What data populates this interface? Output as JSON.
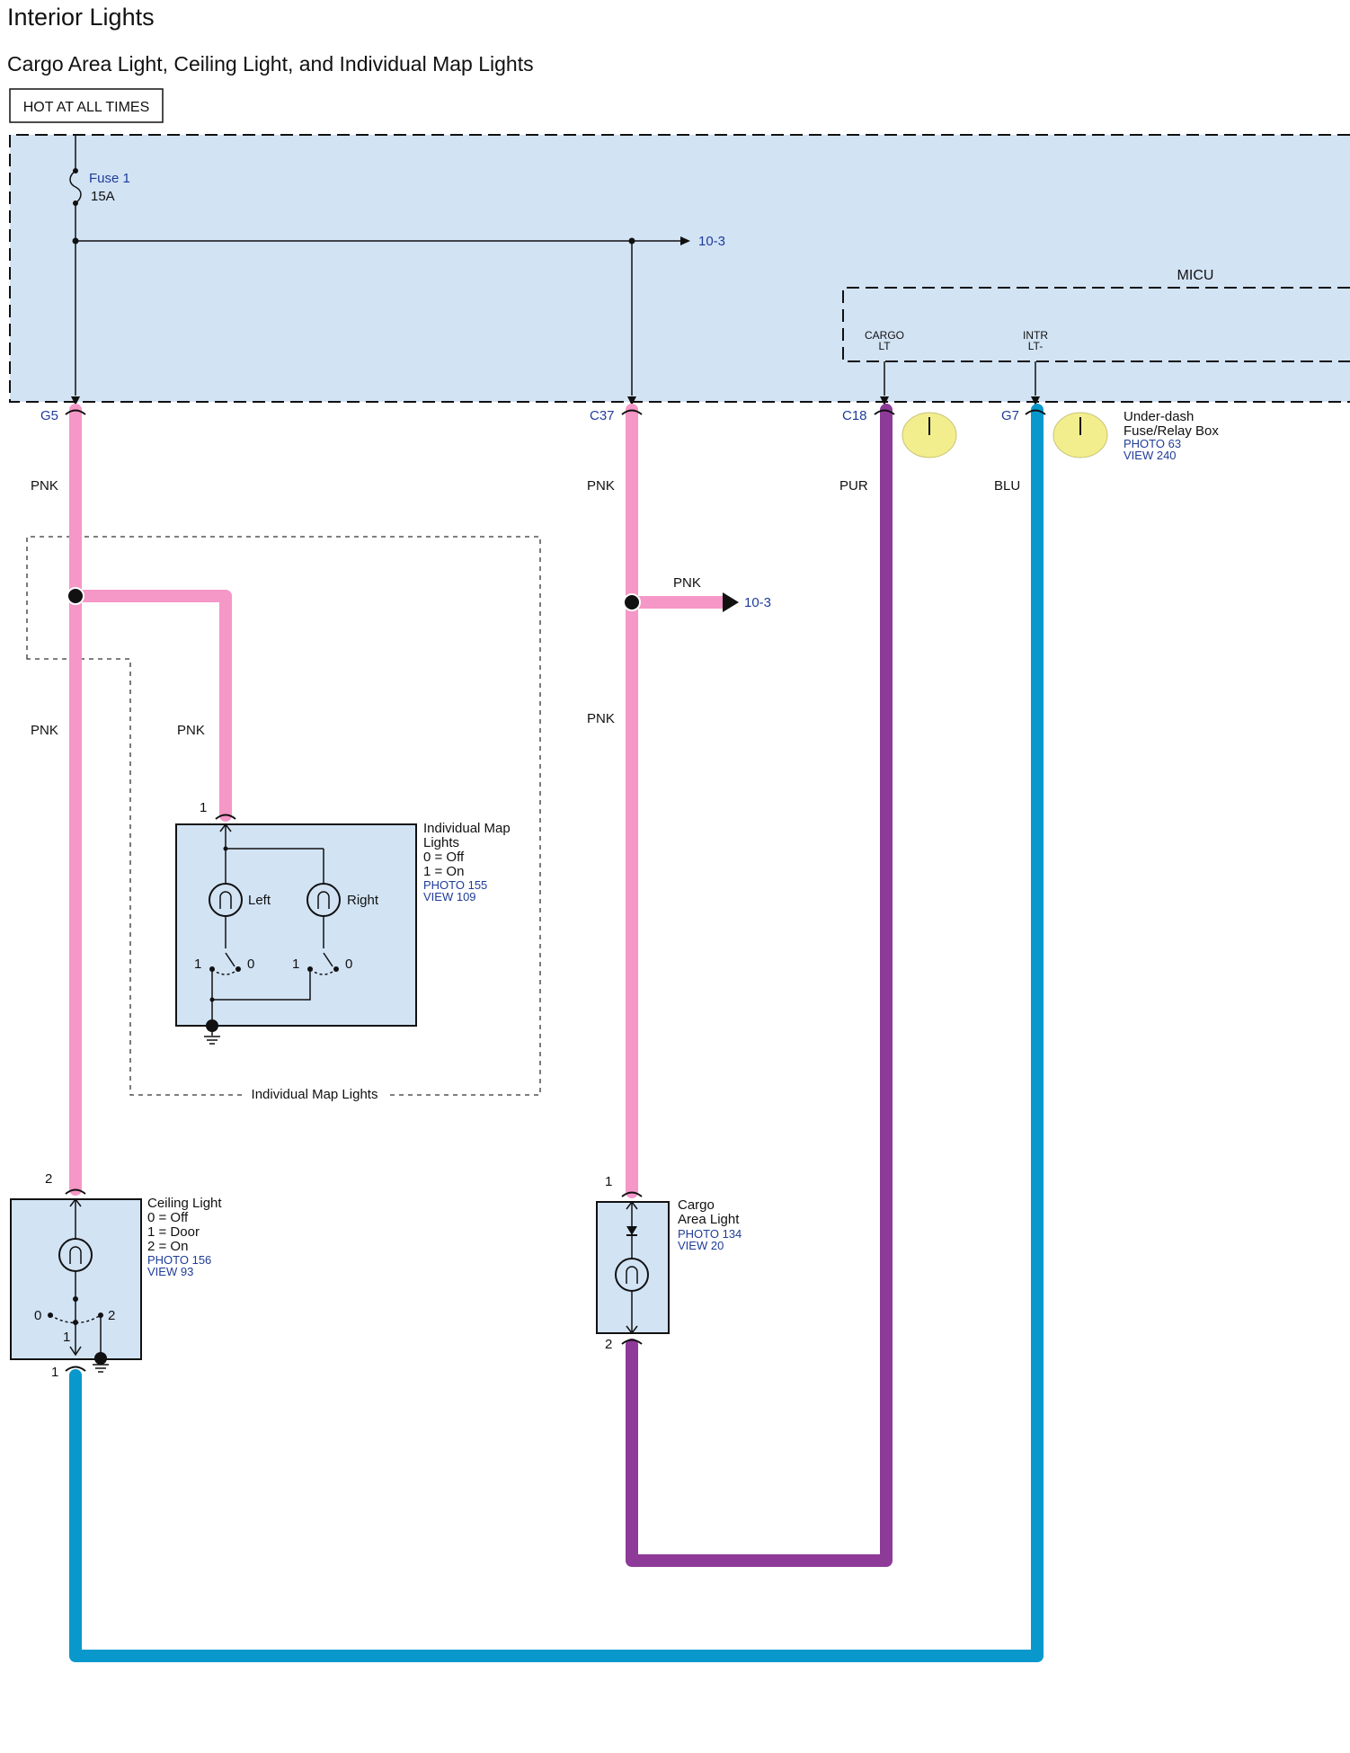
{
  "header": {
    "title": "Interior Lights",
    "subtitle": "Cargo Area Light, Ceiling Light, and Individual Map Lights",
    "power_label": "HOT AT ALL TIMES"
  },
  "colors": {
    "box_fill": "#d2e3f4",
    "wire_pnk": "#f597c7",
    "wire_pur": "#8d3a98",
    "wire_blu": "#0898cc",
    "ref_text": "#1f3d99",
    "connector_mark": "#f2ee8e"
  },
  "fuse": {
    "name": "Fuse 1",
    "rating": "15A"
  },
  "refs": {
    "top_right": "10-3",
    "branch": "10-3"
  },
  "micu": {
    "label": "MICU",
    "cargo_lt_line1": "CARGO",
    "cargo_lt_line2": "LT",
    "intr_lt_line1": "INTR",
    "intr_lt_line2": "LT-"
  },
  "connectors": {
    "g5": "G5",
    "c37": "C37",
    "c18": "C18",
    "g7": "G7"
  },
  "fuse_box": {
    "line1": "Under-dash",
    "line2": "Fuse/Relay Box",
    "photo": "PHOTO 63",
    "view": "VIEW 240"
  },
  "wire_labels": {
    "g5_pnk": "PNK",
    "c37_pnk": "PNK",
    "c18_pur": "PUR",
    "g7_blu": "BLU",
    "left_pnk": "PNK",
    "map_pnk": "PNK",
    "branch_pnk": "PNK",
    "c37_lower_pnk": "PNK"
  },
  "map_lights": {
    "title_line1": "Individual Map",
    "title_line2": "Lights",
    "state0": "0 = Off",
    "state1": "1 = On",
    "photo": "PHOTO 155",
    "view": "VIEW 109",
    "left": "Left",
    "right": "Right",
    "pin": "1",
    "left_sw_1": "1",
    "left_sw_0": "0",
    "right_sw_1": "1",
    "right_sw_0": "0",
    "area_label": "Individual Map Lights"
  },
  "ceiling_light": {
    "title": "Ceiling Light",
    "state0": "0 = Off",
    "state1": "1 = Door",
    "state2": "2 = On",
    "photo": "PHOTO 156",
    "view": "VIEW 93",
    "pin_top": "2",
    "pin_bottom": "1",
    "sw_0": "0",
    "sw_1": "1",
    "sw_2": "2"
  },
  "cargo_light": {
    "title_line1": "Cargo",
    "title_line2": "Area Light",
    "photo": "PHOTO 134",
    "view": "VIEW 20",
    "pin_top": "1",
    "pin_bottom": "2"
  }
}
